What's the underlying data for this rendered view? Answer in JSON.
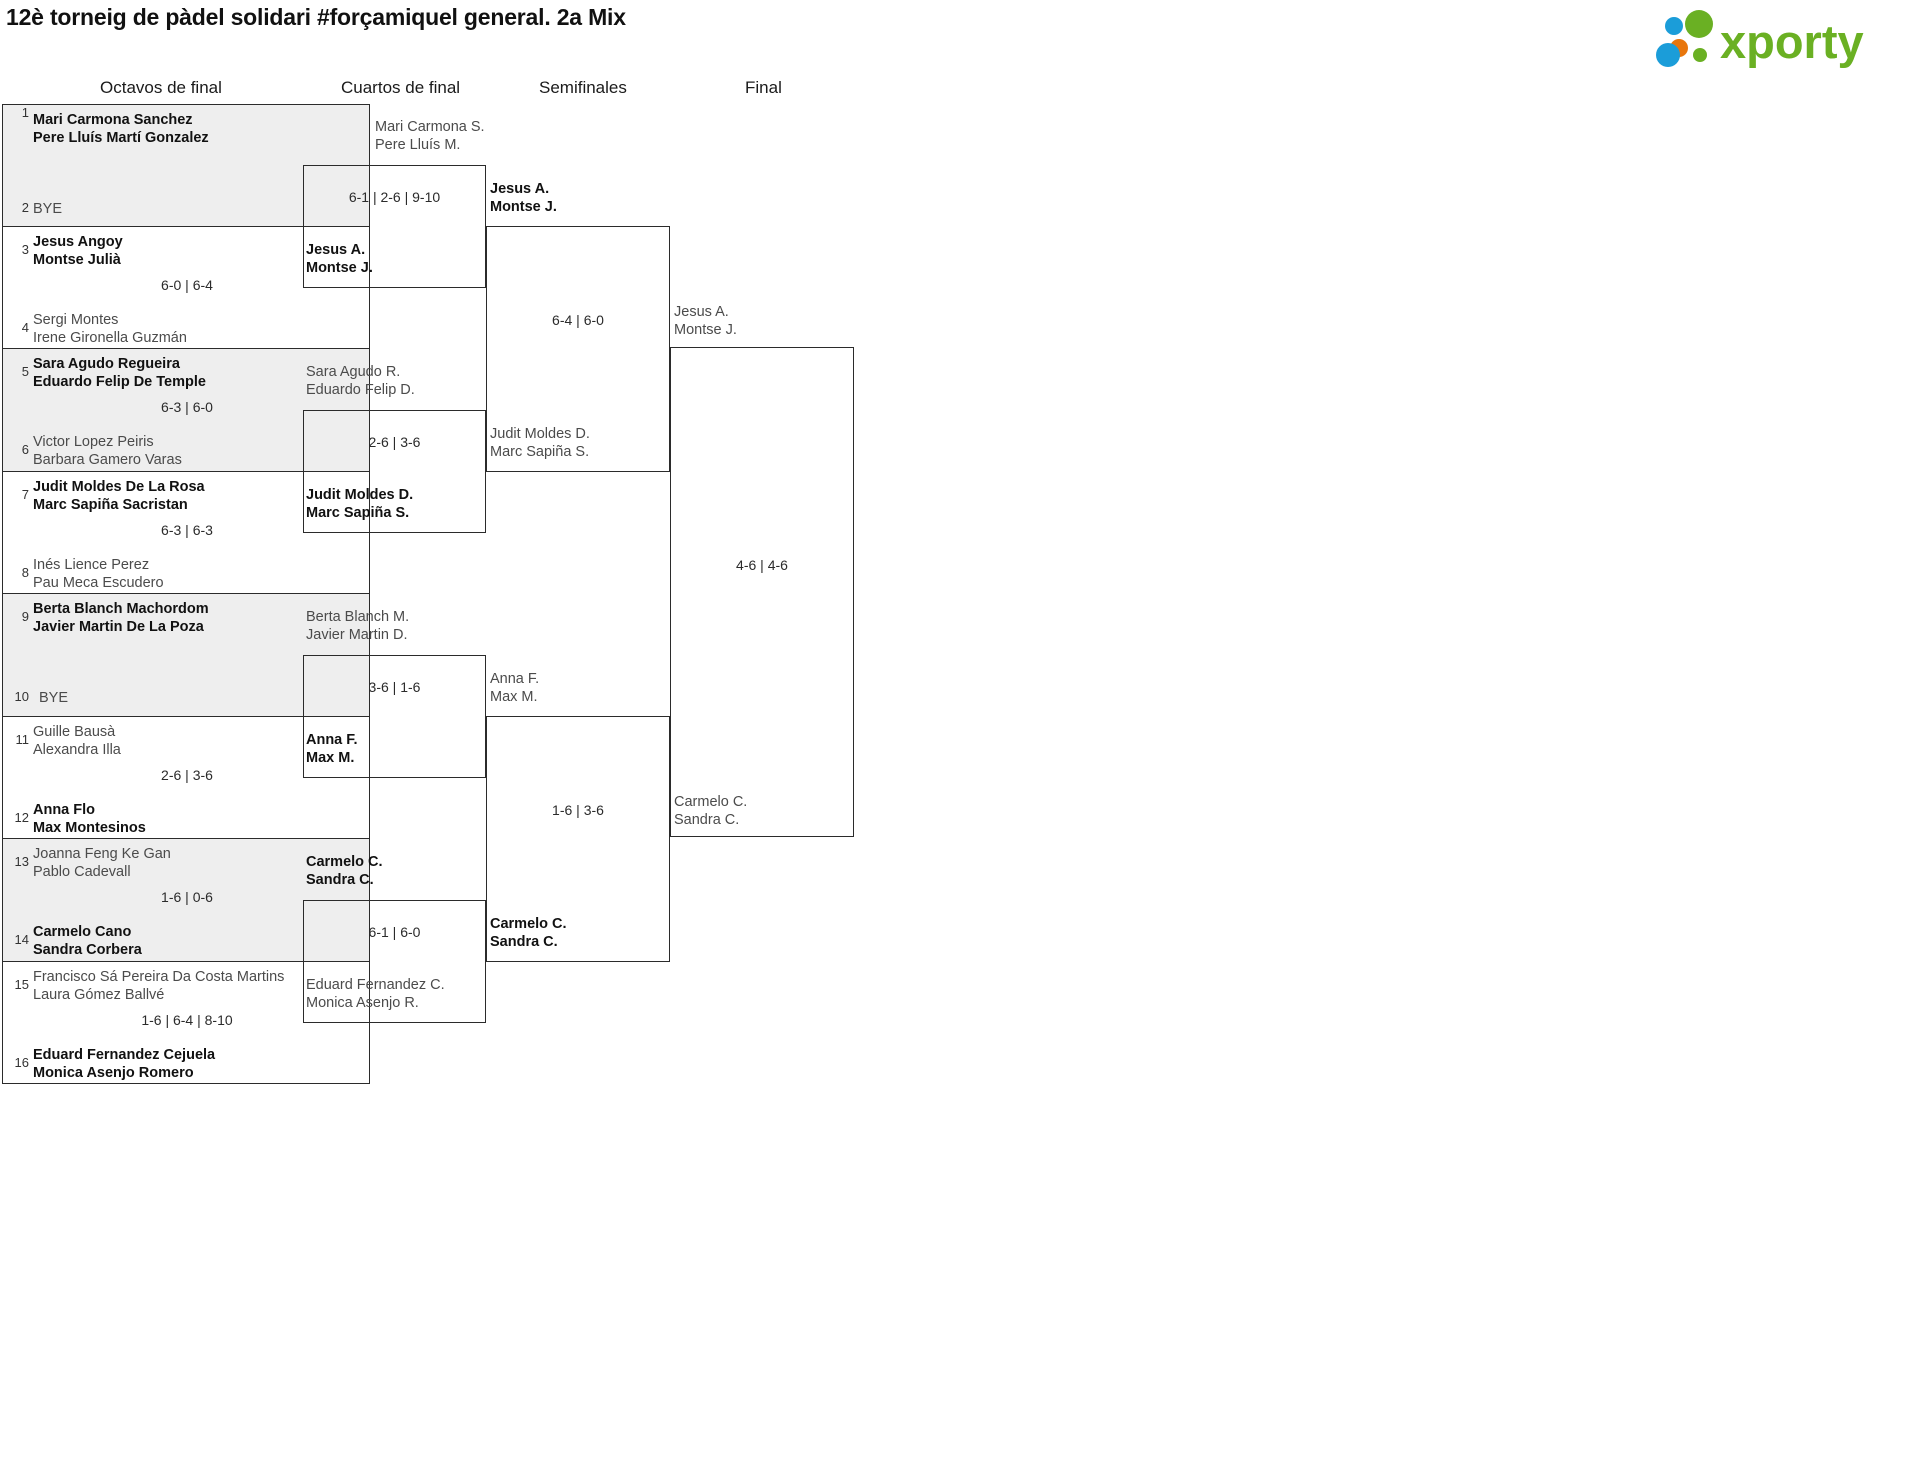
{
  "header": {
    "title": "12è torneig de pàdel solidari #forçamiquel general. 2a Mix",
    "brand": "xporty",
    "brand_colors": {
      "green": "#6ab023",
      "blue": "#1b9dd9",
      "orange": "#e8760c"
    }
  },
  "rounds": [
    {
      "id": "r16",
      "label": "Octavos de final"
    },
    {
      "id": "qf",
      "label": "Cuartos de final"
    },
    {
      "id": "sf",
      "label": "Semifinales"
    },
    {
      "id": "f",
      "label": "Final"
    }
  ],
  "round_of_16": [
    {
      "seed_top": "1",
      "top": [
        "Mari Carmona Sanchez",
        "Pere Lluís Martí Gonzalez"
      ],
      "top_winner": true,
      "seed_bot": "2",
      "bot": [
        "BYE"
      ],
      "bot_winner": false,
      "bye": true,
      "score": "",
      "shade": true
    },
    {
      "seed_top": "3",
      "top": [
        "Jesus Angoy",
        "Montse Julià"
      ],
      "top_winner": true,
      "seed_bot": "4",
      "bot": [
        "Sergi Montes",
        "Irene Gironella Guzmán"
      ],
      "bot_winner": false,
      "bye": false,
      "score": "6-0 | 6-4",
      "shade": false
    },
    {
      "seed_top": "5",
      "top": [
        "Sara Agudo Regueira",
        "Eduardo Felip De Temple"
      ],
      "top_winner": true,
      "seed_bot": "6",
      "bot": [
        "Victor Lopez Peiris",
        "Barbara Gamero Varas"
      ],
      "bot_winner": false,
      "bye": false,
      "score": "6-3 | 6-0",
      "shade": true
    },
    {
      "seed_top": "7",
      "top": [
        "Judit Moldes De La Rosa",
        "Marc Sapiña Sacristan"
      ],
      "top_winner": true,
      "seed_bot": "8",
      "bot": [
        "Inés Lience Perez",
        "Pau Meca Escudero"
      ],
      "bot_winner": false,
      "bye": false,
      "score": "6-3 | 6-3",
      "shade": false
    },
    {
      "seed_top": "9",
      "top": [
        "Berta Blanch Machordom",
        "Javier Martin De La Poza"
      ],
      "top_winner": true,
      "seed_bot": "10",
      "bot": [
        "BYE"
      ],
      "bot_winner": false,
      "bye": true,
      "score": "",
      "shade": true
    },
    {
      "seed_top": "11",
      "top": [
        "Guille Bausà",
        "Alexandra Illa"
      ],
      "top_winner": false,
      "seed_bot": "12",
      "bot": [
        "Anna Flo",
        "Max Montesinos"
      ],
      "bot_winner": true,
      "bye": false,
      "score": "2-6 | 3-6",
      "shade": false
    },
    {
      "seed_top": "13",
      "top": [
        "Joanna Feng Ke Gan",
        "Pablo Cadevall"
      ],
      "top_winner": false,
      "seed_bot": "14",
      "bot": [
        "Carmelo Cano",
        "Sandra Corbera"
      ],
      "bot_winner": true,
      "bye": false,
      "score": "1-6 | 0-6",
      "shade": true
    },
    {
      "seed_top": "15",
      "top": [
        "Francisco Sá Pereira Da Costa Martins",
        "Laura Gómez Ballvé"
      ],
      "top_winner": false,
      "seed_bot": "16",
      "bot": [
        "Eduard Fernandez Cejuela",
        "Monica Asenjo Romero"
      ],
      "bot_winner": true,
      "bye": false,
      "score": "1-6 | 6-4 | 8-10",
      "shade": false
    }
  ],
  "quarterfinals": [
    {
      "top": [
        "Mari Carmona S.",
        "Pere Lluís M."
      ],
      "top_winner": false,
      "bot": [
        "Jesus A.",
        "Montse J."
      ],
      "bot_winner": true,
      "score": "6-1 | 2-6 | 9-10"
    },
    {
      "top": [
        "Sara Agudo R.",
        "Eduardo Felip D."
      ],
      "top_winner": false,
      "bot": [
        "Judit Moldes D.",
        "Marc Sapiña S."
      ],
      "bot_winner": true,
      "score": "2-6 | 3-6"
    },
    {
      "top": [
        "Berta Blanch M.",
        "Javier Martin D."
      ],
      "top_winner": false,
      "bot": [
        "Anna F.",
        "Max M."
      ],
      "bot_winner": true,
      "score": "3-6 | 1-6"
    },
    {
      "top": [
        "Carmelo C.",
        "Sandra C."
      ],
      "top_winner": true,
      "bot": [
        "Eduard Fernandez C.",
        "Monica Asenjo R."
      ],
      "bot_winner": false,
      "score": "6-1 | 6-0"
    }
  ],
  "semifinals": [
    {
      "top": [
        "Jesus A.",
        "Montse J."
      ],
      "top_winner": true,
      "bot": [
        "Judit Moldes D.",
        "Marc Sapiña S."
      ],
      "bot_winner": false,
      "score": "6-4 | 6-0"
    },
    {
      "top": [
        "Anna F.",
        "Max M."
      ],
      "top_winner": false,
      "bot": [
        "Carmelo C.",
        "Sandra C."
      ],
      "bot_winner": true,
      "score": "1-6 | 3-6"
    }
  ],
  "final": {
    "top": [
      "Jesus A.",
      "Montse J."
    ],
    "top_winner": false,
    "bot": [
      "Carmelo C.",
      "Sandra C."
    ],
    "bot_winner": true,
    "score": "4-6 | 4-6"
  }
}
